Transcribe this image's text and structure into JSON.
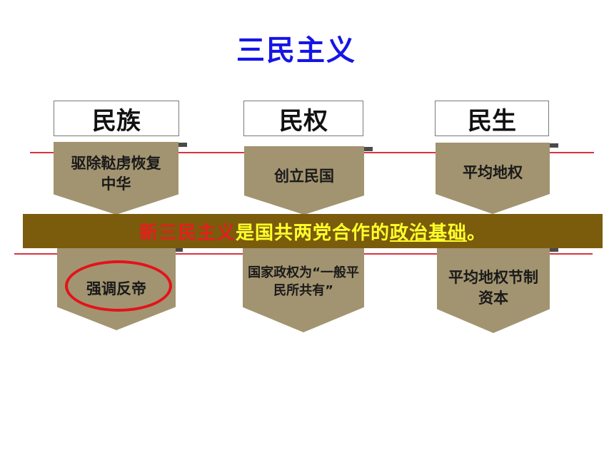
{
  "title": "三民主义",
  "columns": [
    {
      "header": "民族",
      "upper": "驱除鞑虏恢复中华",
      "lower": "强调反帝"
    },
    {
      "header": "民权",
      "upper": "创立民国",
      "lower": "国家政权为“一般平民所共有”"
    },
    {
      "header": "民生",
      "upper": "平均地权",
      "lower": "平均地权节制资本"
    }
  ],
  "banner": {
    "part1": "新三民主义",
    "part2": "是国共两党合作的",
    "part3": "政治基础",
    "part4": "。"
  },
  "colors": {
    "title": "#1515e6",
    "chevron": "#a29470",
    "banner_bg": "#7a5c0c",
    "banner_red": "#e51e1e",
    "banner_yellow": "#ffff2a",
    "line": "#d9343f",
    "oval": "#e4121a"
  }
}
